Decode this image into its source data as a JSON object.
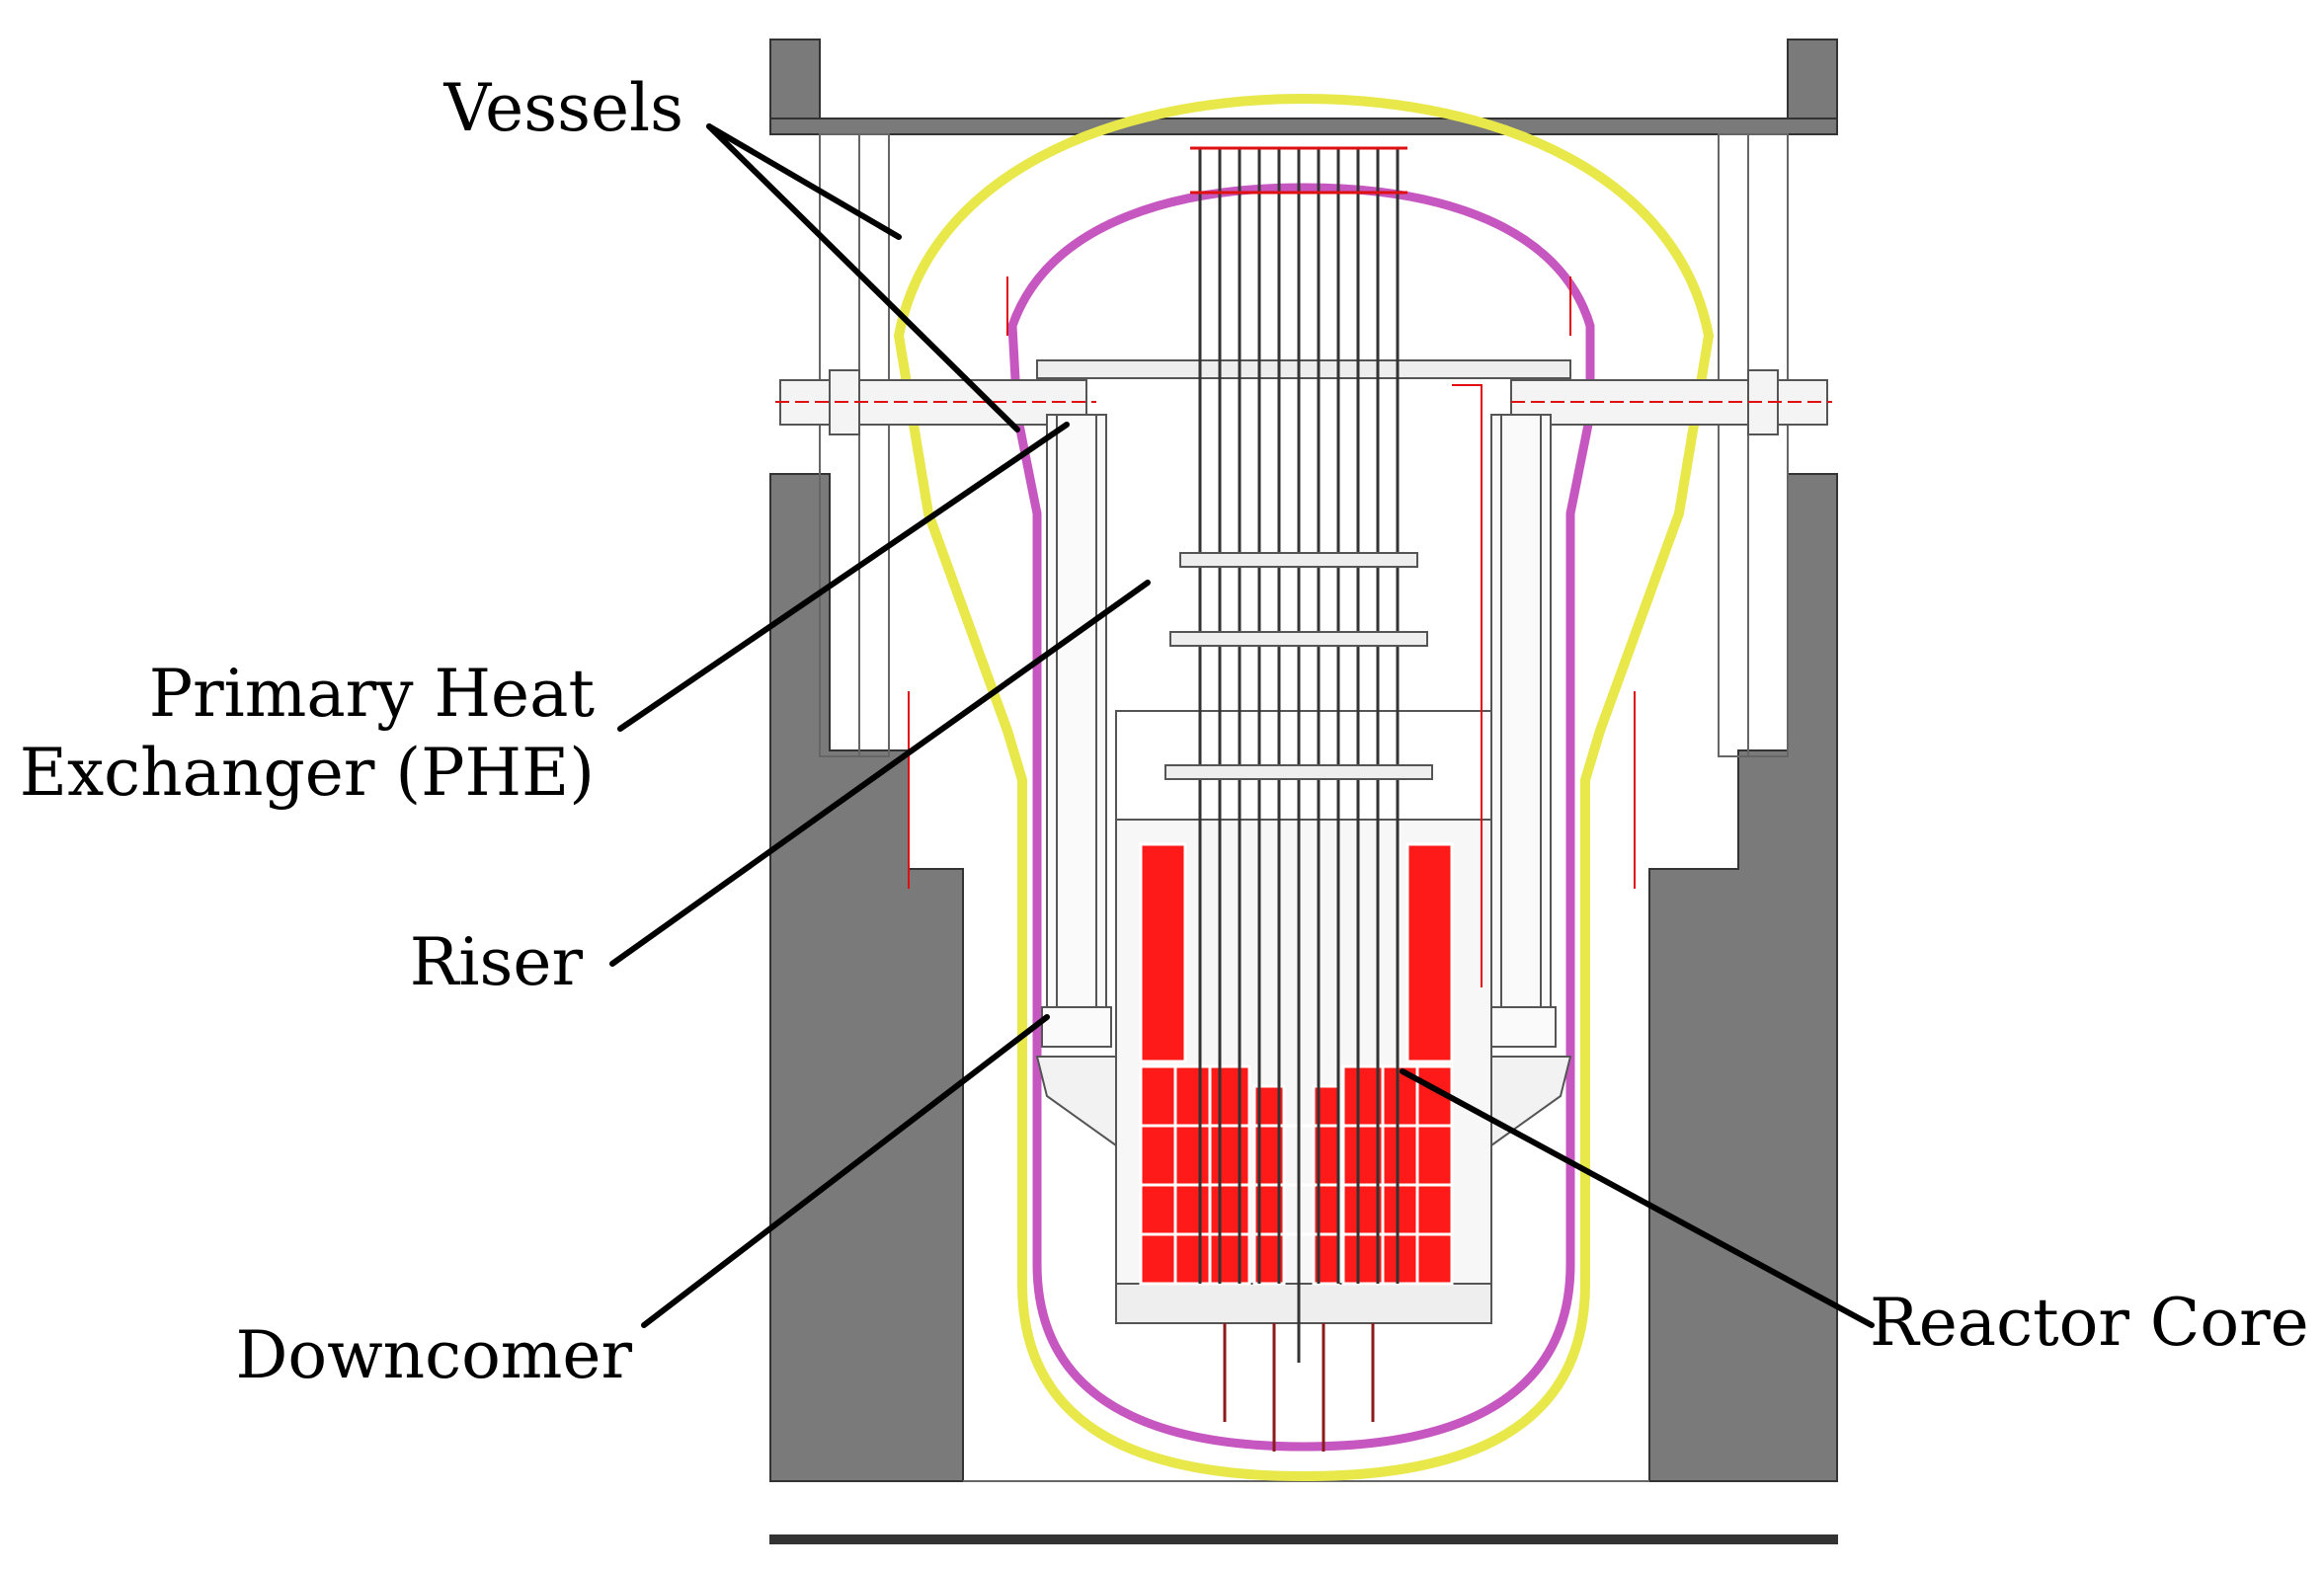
{
  "labels": {
    "vessels": "Vessels",
    "phe_line1": "Primary Heat",
    "phe_line2": "Exchanger (PHE)",
    "riser": "Riser",
    "downcomer": "Downcomer",
    "reactor_core": "Reactor Core"
  },
  "colors": {
    "concrete": "#7a7a7a",
    "outer_vessel": "#e8e84a",
    "inner_vessel": "#c757c0",
    "core_fuel": "#ff1a1a",
    "leader_line": "#000000",
    "structure_line": "#555555",
    "red_detail": "#e01010"
  }
}
